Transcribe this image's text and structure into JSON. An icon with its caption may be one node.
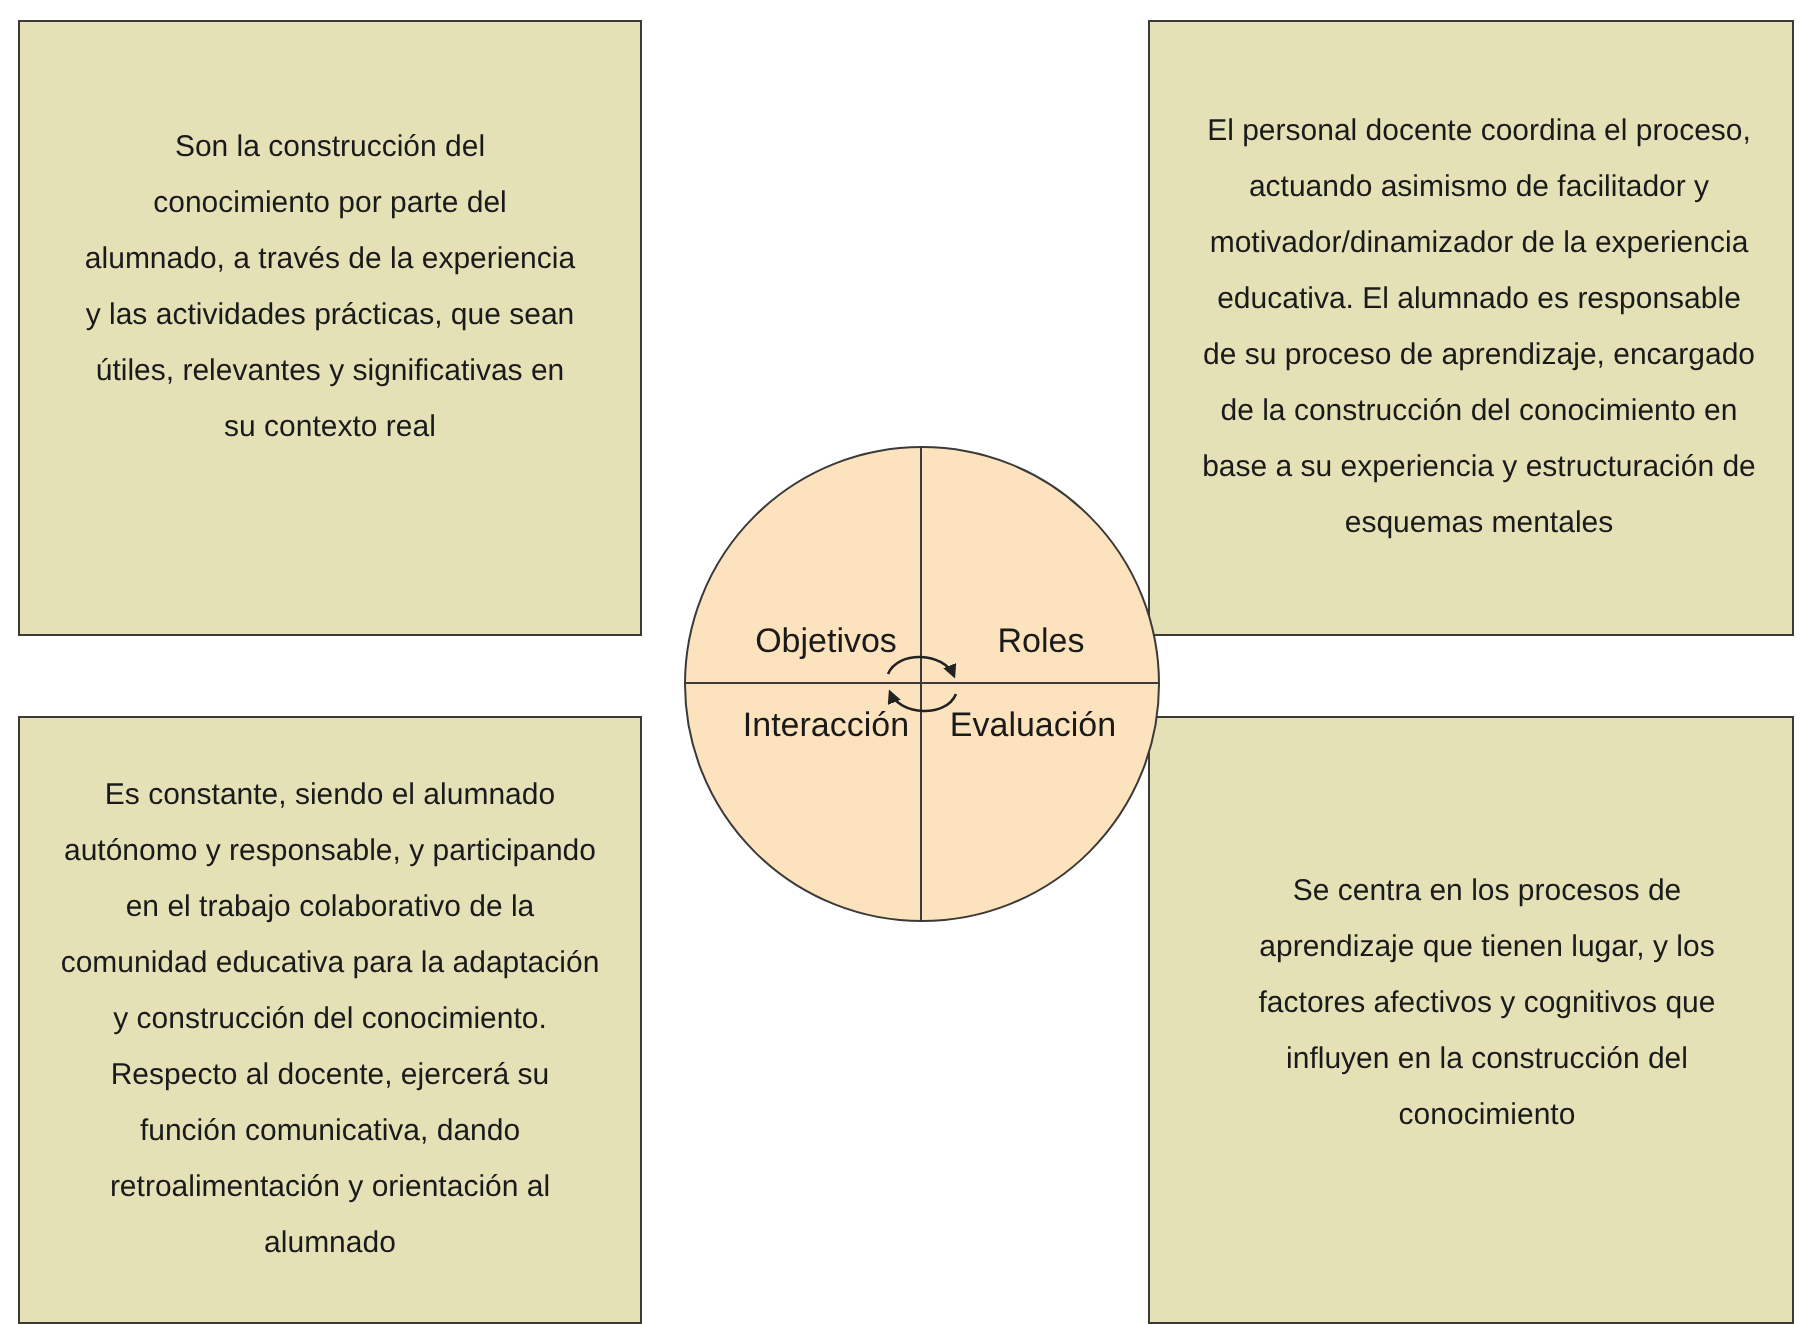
{
  "diagram": {
    "nodes": [
      {
        "text": [
          "Son la construcción del conocimiento por parte del alumnado, a través de la experiencia y las actividades prácticas, que sean útiles, relevantes y significativas en su contexto real"
        ]
      },
      {
        "text": [
          "El personal docente coordina el proceso, actuando asimismo de facilitador y motivador/dinamizador de la experiencia educativa. El alumnado es responsable de su proceso de aprendizaje, encargado de la construcción del conocimiento en base a su experiencia y estructuración de esquemas mentales"
        ]
      },
      {
        "text": [
          "Es constante, siendo el alumnado autónomo y responsable, y participando en el trabajo colaborativo de la comunidad educativa para la adaptación y construcción del conocimiento. Respecto al docente, ejercerá su función comunicativa, dando retroalimentación y orientación al alumnado"
        ]
      },
      {
        "text": [
          "Se centra en los procesos de aprendizaje que tienen lugar, y los factores afectivos y cognitivos que influyen en la construcción del conocimiento"
        ]
      },
      {
        "text": [],
        "shape": "circle"
      },
      {
        "text": [
          "Objetivos"
        ],
        "in": 4
      },
      {
        "text": [
          "Roles"
        ],
        "in": 4
      },
      {
        "text": [
          "Interacción"
        ],
        "in": 4
      },
      {
        "text": [
          "Evaluación"
        ],
        "in": 4
      }
    ],
    "edges": [
      {
        "from": 5,
        "to": 6,
        "arrow": "to"
      },
      {
        "from": 8,
        "to": 7,
        "arrow": "to"
      }
    ]
  }
}
